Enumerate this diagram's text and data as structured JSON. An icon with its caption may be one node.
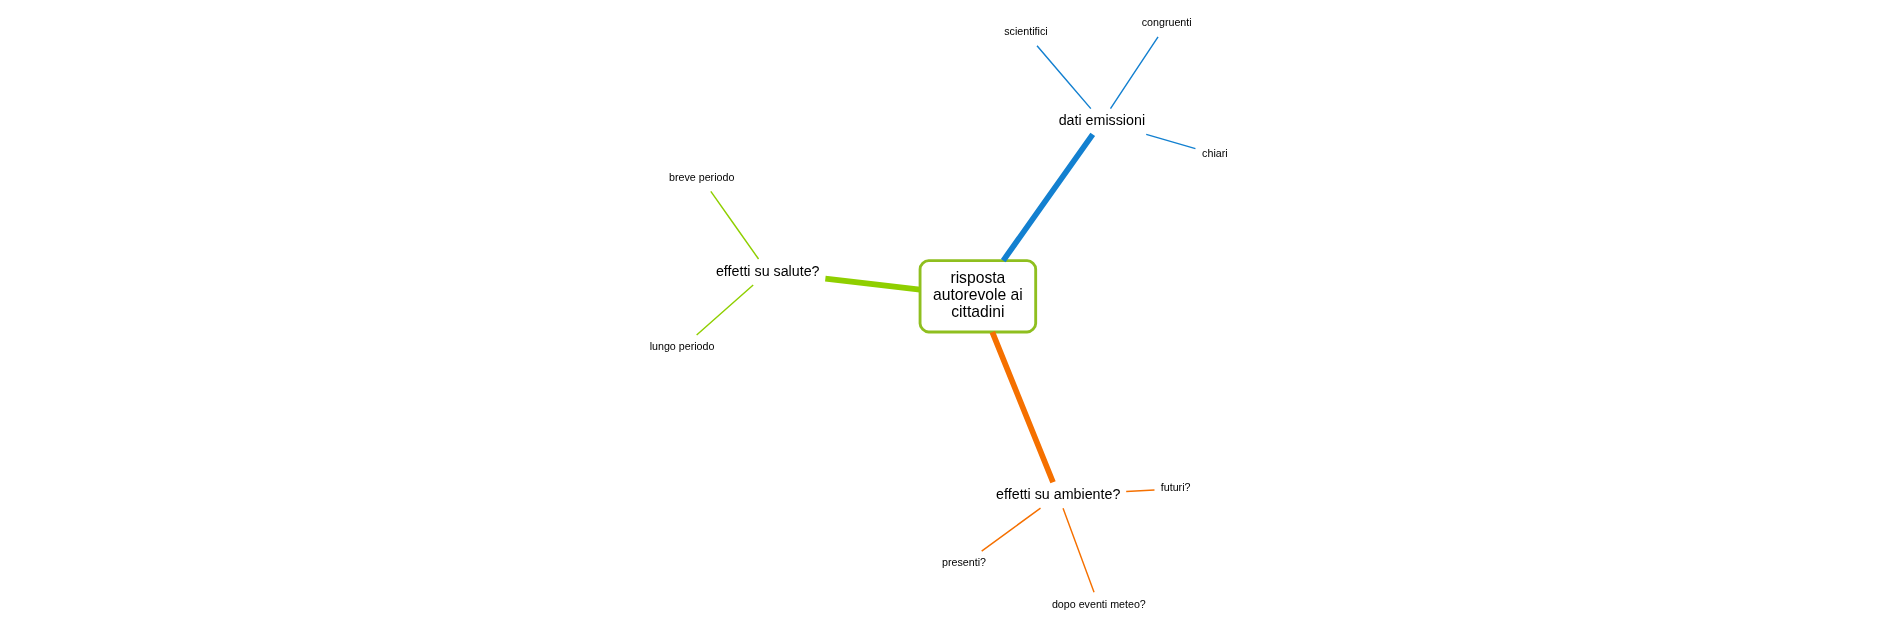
{
  "diagram": {
    "nodes": [
      {
        "text": [
          "risposta autorevole ai cittadini"
        ]
      },
      {
        "text": [
          "effetti su ambiente?"
        ]
      },
      {
        "text": [
          "presenti?"
        ]
      },
      {
        "text": [
          "dopo eventi meteo?"
        ]
      },
      {
        "text": [
          "futuri?"
        ]
      },
      {
        "text": [
          "dati emissioni"
        ]
      },
      {
        "text": [
          "chiari"
        ]
      },
      {
        "text": [
          "congruenti"
        ]
      },
      {
        "text": [
          "scientifici"
        ]
      },
      {
        "text": [
          "effetti su salute?"
        ]
      },
      {
        "text": [
          "breve periodo"
        ]
      },
      {
        "text": [
          "lungo periodo"
        ]
      }
    ],
    "edges": [
      {
        "from": 0,
        "to": 1,
        "arrow": "none",
        "style": "thick",
        "color": "#f57000"
      },
      {
        "from": 1,
        "to": 2,
        "arrow": "none",
        "color": "#f57000"
      },
      {
        "from": 1,
        "to": 3,
        "arrow": "none",
        "color": "#f57000"
      },
      {
        "from": 1,
        "to": 4,
        "arrow": "none",
        "color": "#f57000"
      },
      {
        "from": 0,
        "to": 5,
        "arrow": "none",
        "style": "thick",
        "color": "#1380d0"
      },
      {
        "from": 5,
        "to": 6,
        "arrow": "none",
        "color": "#1380d0"
      },
      {
        "from": 5,
        "to": 7,
        "arrow": "none",
        "color": "#1380d0"
      },
      {
        "from": 5,
        "to": 8,
        "arrow": "none",
        "color": "#1380d0"
      },
      {
        "from": 0,
        "to": 9,
        "arrow": "none",
        "style": "thick",
        "color": "#8fcf00"
      },
      {
        "from": 9,
        "to": 10,
        "arrow": "none",
        "color": "#8fcf00"
      },
      {
        "from": 9,
        "to": 11,
        "arrow": "none",
        "color": "#8fcf00"
      }
    ]
  }
}
